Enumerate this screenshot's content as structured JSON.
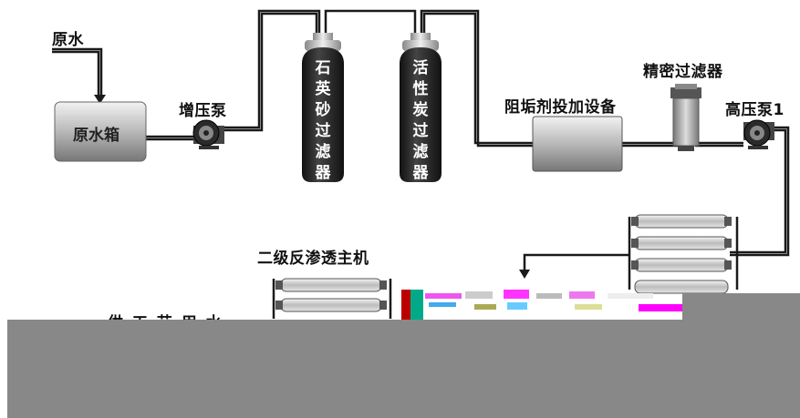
{
  "labels": {
    "raw_water": "原水",
    "raw_tank": "原水箱",
    "booster_pump": "增压泵",
    "quartz_filter": "石英砂过滤器",
    "carbon_filter": "活性炭过滤器",
    "antiscalant": "阻垢剂投加设备",
    "precision_filter": "精密过滤器",
    "high_pressure_pump": "高压泵1",
    "ro_secondary": "二级反渗透主机",
    "partial_text": "供 工 艺 用 水"
  },
  "colors": {
    "pipe": "#1a1a1a",
    "tank_light": "#d8d8d8",
    "tank_dark": "#8a8a8a",
    "filter_body": "#2b2b2b",
    "occluder": "#888888"
  }
}
